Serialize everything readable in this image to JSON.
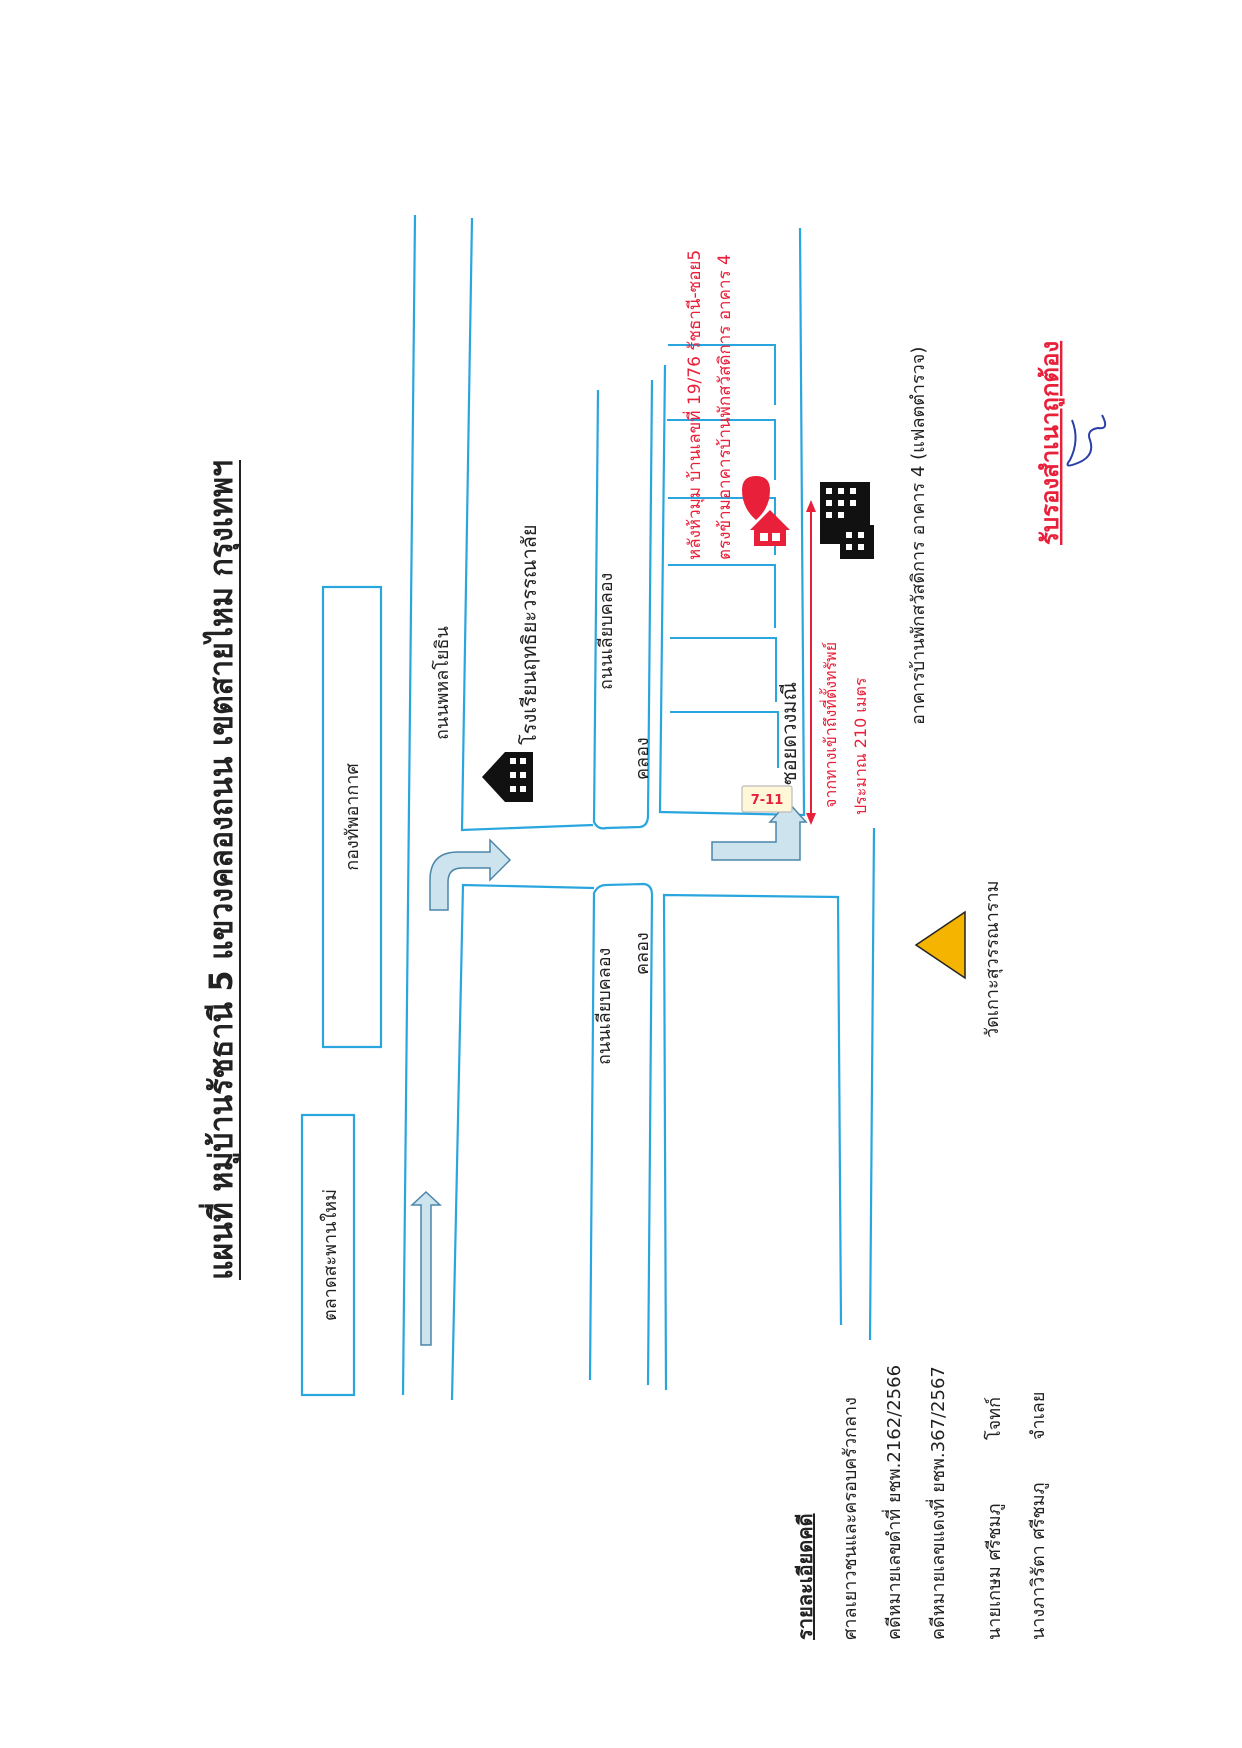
{
  "title": "แผนที่ หมู่บ้านรัชธานี 5 แขวงคลองถนน เขตสายไหม กรุงเทพฯ",
  "labels": {
    "market": "ตลาดสะพานใหม่",
    "air_force": "กองทัพอากาศ",
    "phahonyothin_road": "ถนนพหลโยธิน",
    "school": "โรงเรียนฤทธิยะวรรณาลัย",
    "canal_road_top": "ถนนเลียบคลอง",
    "canal_road_bottom": "ถนนเลียบคลอง",
    "canal_top": "คลอง",
    "canal_bottom": "คลอง",
    "soi": "ซอยดวงมณี",
    "store": "7-11",
    "distance_line1": "จากทางเข้าถึงที่ตั้งทรัพย์",
    "distance_line2": "ประมาณ 210 เมตร",
    "temple": "วัดเกาะสุวรรณาราม",
    "property_line1": "หลังห้วมุม บ้านเลขที่ 19/76 รัชธานี-ซอย5",
    "property_line2": "ตรงข้ามอาคารบ้านพักสวัสดิการ อาคาร 4",
    "welfare_line1": "อาคารบ้านพักสวัสดิการ อาคาร 4 (แฟลตตำรวจ)",
    "certified": "รับรองสำเนาถูกต้อง"
  },
  "case_details": {
    "heading": "รายละเอียดคดี",
    "court": "ศาลเยาวชนและครอบครัวกลาง",
    "black_case": "คดีหมายเลขดำที่ ยชพ.2162/2566",
    "red_case": "คดีหมายเลขแดงที่ ยชพ.367/2567",
    "plaintiff_name": "นายเกษม ศรีชมภู",
    "plaintiff_role": "โจทก์",
    "defendant_name": "นางภาวิรัตา ศรีชมภู",
    "defendant_role": "จำเลย"
  },
  "colors": {
    "road": "#2aa6df",
    "red_text": "#e8203a",
    "marker": "#e8203a",
    "temple": "#f5b400",
    "arrow_fill": "#cde3ee",
    "arrow_stroke": "#4a86a8"
  },
  "icons": {
    "school": "school-building-icon",
    "property": "house-marker-icon",
    "welfare": "apartment-buildings-icon",
    "temple": "temple-triangle-icon",
    "signature": "signature-icon"
  }
}
